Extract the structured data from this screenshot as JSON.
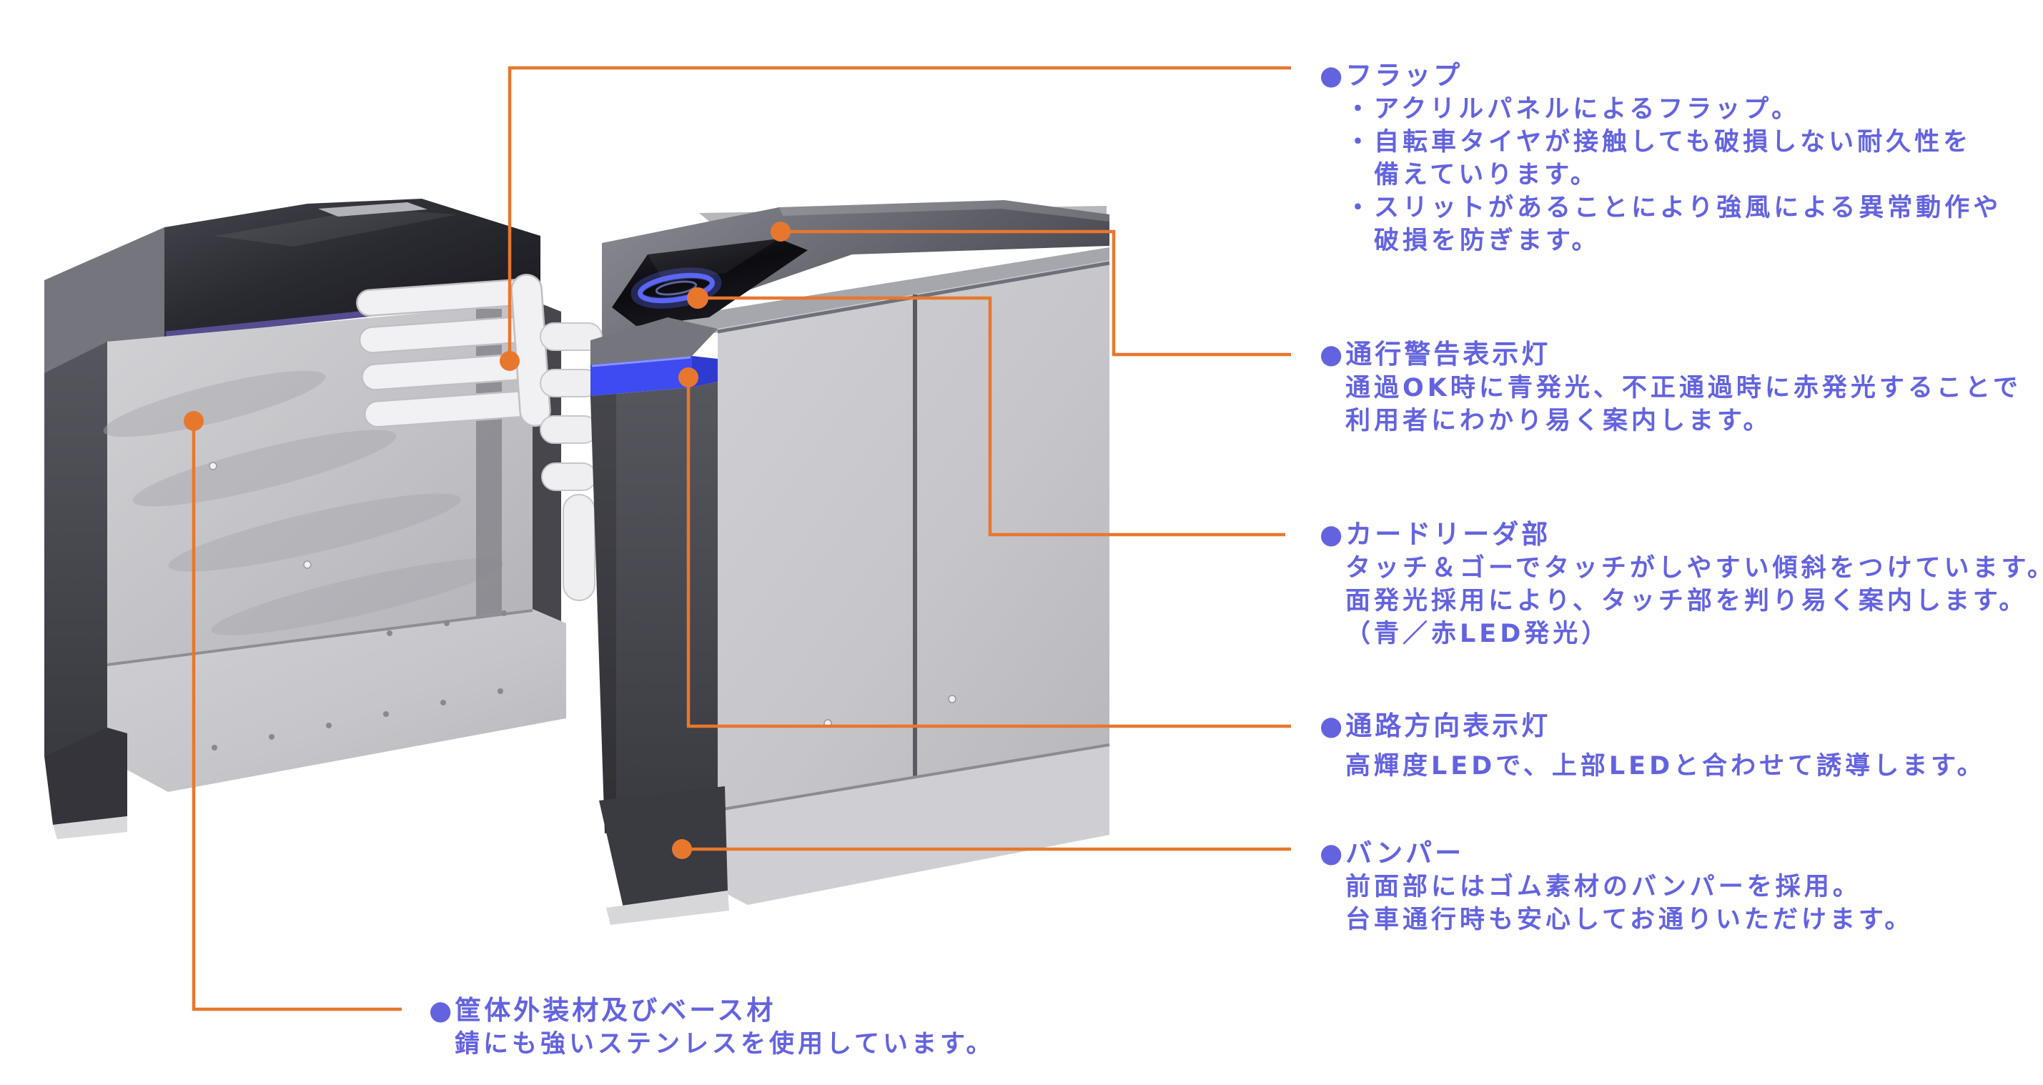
{
  "colors": {
    "callout_orange": "#E8772E",
    "annotation_text_blue": "#6363E0",
    "led_bright_blue": "#3D4BF0",
    "reader_ring_blue": "#5B67F2",
    "top_slit_purple": "#554D8F",
    "stainless_gray": "#C8C8CC",
    "cabinet_dark_gray": "#3A3A41"
  },
  "annotations": [
    {
      "id": "flap",
      "title": "●フラップ",
      "lines": [
        "・アクリルパネルによるフラップ。",
        "・自転車タイヤが接触しても破損しない耐久性を",
        "　備えていります。",
        "・スリットがあることにより強風による異常動作や",
        "　破損を防ぎます。"
      ]
    },
    {
      "id": "warning-light",
      "title": "●通行警告表示灯",
      "lines": [
        "通過OK時に青発光、不正通過時に赤発光することで",
        "利用者にわかり易く案内します。"
      ]
    },
    {
      "id": "card-reader",
      "title": "●カードリーダ部",
      "lines": [
        "タッチ＆ゴーでタッチがしやすい傾斜をつけています。",
        "面発光採用により、タッチ部を判り易く案内します。",
        "（青／赤LED発光）"
      ]
    },
    {
      "id": "direction-light",
      "title": "●通路方向表示灯",
      "lines": [
        "高輝度LEDで、上部LEDと合わせて誘導します。"
      ]
    },
    {
      "id": "bumper",
      "title": "●バンパー",
      "lines": [
        "前面部にはゴム素材のバンパーを採用。",
        "台車通行時も安心してお通りいただけます。"
      ]
    },
    {
      "id": "housing",
      "title": "●筐体外装材及びベース材",
      "lines": [
        "錆にも強いステンレスを使用しています。"
      ]
    }
  ]
}
